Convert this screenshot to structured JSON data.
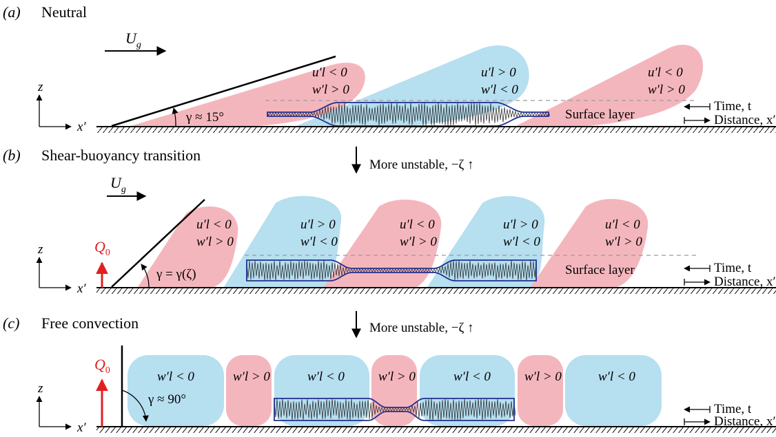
{
  "colors": {
    "red_blob": "#f4b6bd",
    "blue_blob": "#b6dff0",
    "trace": "#1f2f8f",
    "heat_flux": "#e02020",
    "dashed": "#999999"
  },
  "panels": [
    {
      "id": "a",
      "label": "(a)",
      "title": "Neutral",
      "velocity_label": "U",
      "velocity_sub": "g",
      "angle_label": "γ ≈ 15°",
      "quadrants": [
        {
          "u": "u′l < 0",
          "w": "w′l > 0"
        },
        {
          "u": "u′l > 0",
          "w": "w′l < 0"
        },
        {
          "u": "u′l < 0",
          "w": "w′l > 0"
        }
      ],
      "surface_layer": "Surface layer",
      "time_label": "Time, t",
      "distance_label": "Distance,  x′",
      "axis_z": "z",
      "axis_x": "x′"
    },
    {
      "id": "b",
      "label": "(b)",
      "title": "Shear-buoyancy transition",
      "velocity_label": "U",
      "velocity_sub": "g",
      "flux_label": "Q",
      "flux_sub": "0",
      "angle_label": "γ = γ(ζ)",
      "quadrants": [
        {
          "u": "u′l < 0",
          "w": "w′l > 0"
        },
        {
          "u": "u′l > 0",
          "w": "w′l < 0"
        },
        {
          "u": "u′l < 0",
          "w": "w′l > 0"
        },
        {
          "u": "u′l > 0",
          "w": "w′l < 0"
        },
        {
          "u": "u′l < 0",
          "w": "w′l > 0"
        }
      ],
      "surface_layer": "Surface layer",
      "time_label": "Time, t",
      "distance_label": "Distance,  x′",
      "axis_z": "z",
      "axis_x": "x′"
    },
    {
      "id": "c",
      "label": "(c)",
      "title": "Free convection",
      "flux_label": "Q",
      "flux_sub": "0",
      "angle_label": "γ ≈ 90°",
      "quadrants": [
        {
          "w": "w′l < 0"
        },
        {
          "w": "w′l > 0"
        },
        {
          "w": "w′l < 0"
        },
        {
          "w": "w′l > 0"
        },
        {
          "w": "w′l < 0"
        },
        {
          "w": "w′l > 0"
        },
        {
          "w": "w′l < 0"
        }
      ],
      "time_label": "Time, t",
      "distance_label": "Distance,  x′",
      "axis_z": "z",
      "axis_x": "x′"
    }
  ],
  "transition_label": "More unstable,  −ζ ↑"
}
